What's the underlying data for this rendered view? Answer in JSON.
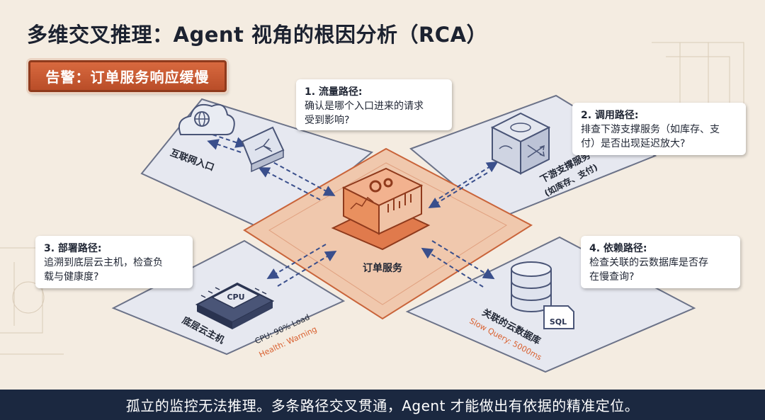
{
  "title": "多维交叉推理：Agent 视角的根因分析（RCA）",
  "alert": {
    "label": "告警：订单服务响应缓慢"
  },
  "center": {
    "label": "订单服务"
  },
  "panels": {
    "gateway": {
      "label": "互联网入口"
    },
    "downstream": {
      "label_line1": "下游支撑服务",
      "label_line2": "(如库存、支付)"
    },
    "host": {
      "label": "底层云主机",
      "cpu_chip": "CPU",
      "stat_cpu": "CPU: 90% Load",
      "stat_health": "Health: Warning"
    },
    "database": {
      "label": "关联的云数据库",
      "stat_query": "Slow Query: 5000ms",
      "sql_badge": "SQL"
    }
  },
  "callouts": [
    {
      "title": "1. 流量路径:",
      "line1": "确认是哪个入口进来的请求",
      "line2": "受到影响?"
    },
    {
      "title": "2. 调用路径:",
      "line1": "排查下游支撑服务（如库存、支",
      "line2": "付）是否出现延迟放大?"
    },
    {
      "title": "3. 部署路径:",
      "line1": "追溯到底层云主机，检查负",
      "line2": "载与健康度?"
    },
    {
      "title": "4. 依赖路径:",
      "line1": "检查关联的云数据库是否存",
      "line2": "在慢查询?"
    }
  ],
  "footer": "孤立的监控无法推理。多条路径交叉贯通，Agent 才能做出有依据的精准定位。",
  "colors": {
    "background": "#f4ece1",
    "accent_orange": "#d8693f",
    "panel_fill": "#e6e8f0",
    "arrow_blue": "#3a4f8c",
    "warning": "#d9602f",
    "footer_bg": "#1b2840"
  },
  "icons": [
    "cloud-globe-icon",
    "router-icon",
    "gears-icon",
    "shuffle-icon",
    "cpu-chip-icon",
    "database-icon",
    "sql-file-icon"
  ]
}
